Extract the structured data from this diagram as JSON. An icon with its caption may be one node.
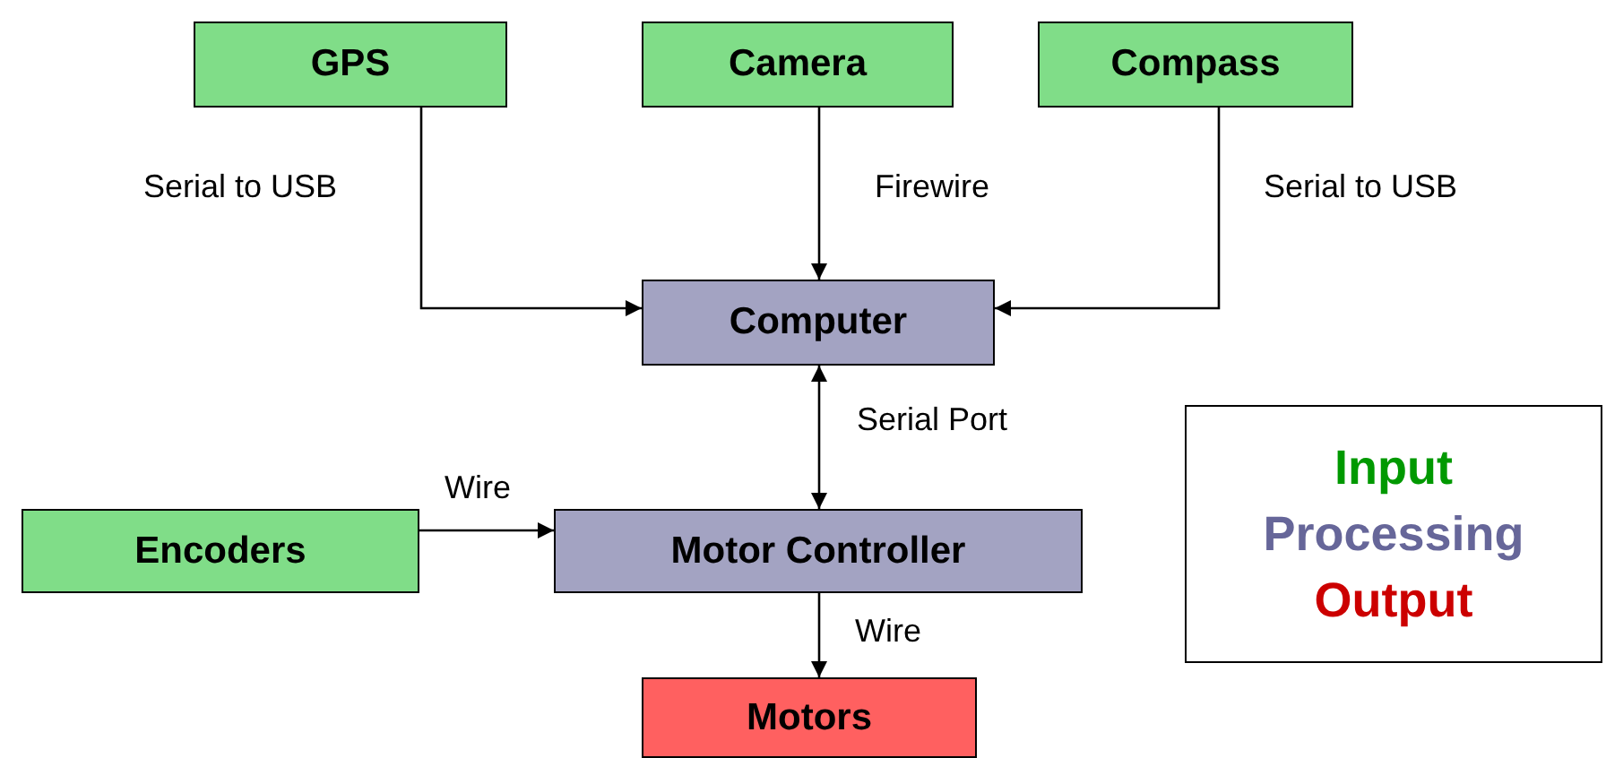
{
  "diagram": {
    "nodes": [
      {
        "text": [
          "GPS"
        ]
      },
      {
        "text": [
          "Camera"
        ]
      },
      {
        "text": [
          "Compass"
        ]
      },
      {
        "text": [
          "Computer"
        ]
      },
      {
        "text": [
          "Encoders"
        ]
      },
      {
        "text": [
          "Motor Controller"
        ]
      },
      {
        "text": [
          "Motors"
        ]
      }
    ],
    "edges": [
      {
        "from": 0,
        "to": 3,
        "arrow": "to",
        "label": "Serial to USB"
      },
      {
        "from": 1,
        "to": 3,
        "arrow": "to",
        "label": "Firewire"
      },
      {
        "from": 2,
        "to": 3,
        "arrow": "to",
        "label": "Serial to USB"
      },
      {
        "from": 3,
        "to": 5,
        "arrow": "both",
        "label": "Serial Port"
      },
      {
        "from": 4,
        "to": 5,
        "arrow": "to",
        "label": "Wire"
      },
      {
        "from": 5,
        "to": 6,
        "arrow": "to",
        "label": "Wire"
      }
    ],
    "legend": [
      {
        "text": "Input",
        "color": "#009900"
      },
      {
        "text": "Processing",
        "color": "#666699"
      },
      {
        "text": "Output",
        "color": "#cc0000"
      }
    ]
  }
}
